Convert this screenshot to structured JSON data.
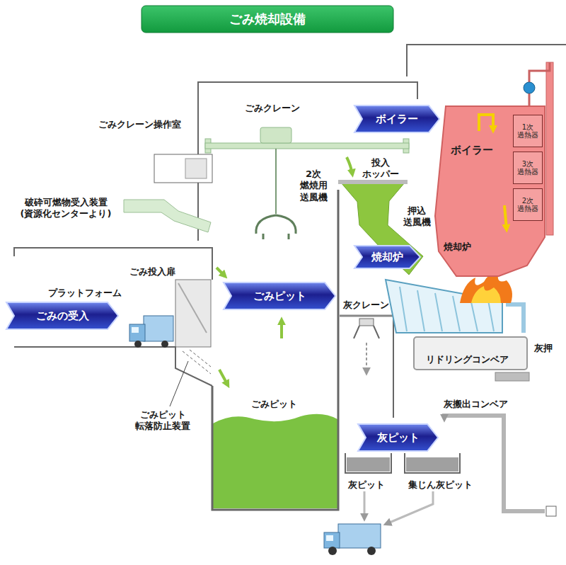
{
  "diagram": {
    "title": "ごみ焼却設備",
    "nodes": [
      {
        "text": [
          "ボイラー"
        ]
      },
      {
        "text": [
          "ボイラー"
        ]
      },
      {
        "text": [
          "1次 過熱器"
        ],
        "in": 1
      },
      {
        "text": [
          "3次 過熱器"
        ],
        "in": 1
      },
      {
        "text": [
          "2次 過熱器"
        ],
        "in": 1
      },
      {
        "text": [
          "焼却炉"
        ]
      },
      {
        "text": [
          "ごみピット"
        ]
      },
      {
        "text": [
          "ごみの受入"
        ]
      },
      {
        "text": [
          "灰ピット"
        ]
      }
    ],
    "labels": [
      "ごみクレーン",
      "ごみクレーン操作室",
      "投入 ホッパー",
      "2次 燃焼用 送風機",
      "破砕可燃物受入装置 (資源化センターより)",
      "押込 送風機",
      "焼却炉",
      "ごみ投入扉",
      "プラットフォーム",
      "灰クレーン",
      "灰押",
      "リドリングコンベア",
      "灰搬出コンベア",
      "ごみピット",
      "ごみピット 転落防止装置",
      "灰ピット",
      "集じん灰ピット"
    ]
  }
}
